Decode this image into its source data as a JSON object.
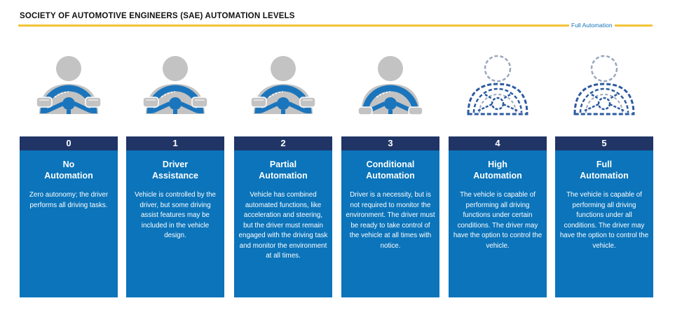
{
  "header": {
    "title": "SOCIETY OF AUTOMOTIVE ENGINEERS (SAE) AUTOMATION LEVELS",
    "full_automation_label": "Full Automation"
  },
  "colors": {
    "gold_line": "#f2c437",
    "card_blue": "#0b74ba",
    "header_navy": "#203466",
    "person_gray": "#c3c3c3",
    "wheel_blue": "#1b75bc",
    "dashed_blue": "#2c5aa0"
  },
  "levels": [
    {
      "number": "0",
      "title_line1": "No",
      "title_line2": "Automation",
      "description": "Zero autonomy; the driver performs all driving tasks.",
      "icon": "driver-hands-on-wheel-icon"
    },
    {
      "number": "1",
      "title_line1": "Driver",
      "title_line2": "Assistance",
      "description": "Vehicle is controlled by the driver, but some driving assist features may be included in the vehicle design.",
      "icon": "driver-hands-on-wheel-icon"
    },
    {
      "number": "2",
      "title_line1": "Partial",
      "title_line2": "Automation",
      "description": "Vehicle has combined automated functions, like acceleration and steering, but the driver must remain engaged with the driving task and monitor the environment at all times.",
      "icon": "driver-hands-on-wheel-icon"
    },
    {
      "number": "3",
      "title_line1": "Conditional",
      "title_line2": "Automation",
      "description": "Driver is a necessity, but is not required to monitor the environment. The driver must be ready to take control of the vehicle at all times with notice.",
      "icon": "driver-hands-near-wheel-icon"
    },
    {
      "number": "4",
      "title_line1": "High",
      "title_line2": "Automation",
      "description": "The vehicle is capable of performing all driving functions under certain conditions. The driver may have the option to control the vehicle.",
      "icon": "dashed-optional-driver-icon"
    },
    {
      "number": "5",
      "title_line1": "Full",
      "title_line2": "Automation",
      "description": "The vehicle is capable of performing all driving functions under all conditions. The driver may have the option to control the vehicle.",
      "icon": "dashed-optional-driver-icon"
    }
  ]
}
